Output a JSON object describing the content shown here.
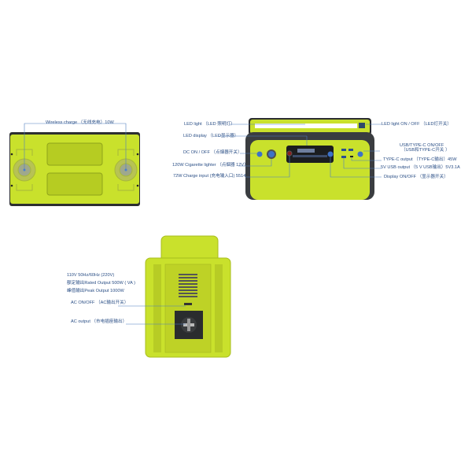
{
  "colors": {
    "body": "#c9e12c",
    "frame": "#3a3d40",
    "line": "#4f7fc0",
    "text": "#2b4f86"
  },
  "top_view": {
    "wireless_charge": "Wireless charge （无线充电）10W"
  },
  "front_view": {
    "left_labels": [
      "LED light （LED 照明灯）",
      "LED display （LED显示器）",
      "DC  ON / OFF （点烟器开关）",
      "120W Cigarette lighter （点烟器 12V）",
      "72W Charge input (充电输入口) 5514"
    ],
    "right_labels": [
      "LED light ON / OFF （LED灯开关）",
      "USB/TYPE-C  ON/OFF",
      "（USB和TYPE-C开关 ）",
      "TYPE-C output （TYPE-C输出）45W",
      "5V  USB output （5 V  USB输出）5V3.1A",
      "Display ON/OFF （显示器开关）"
    ]
  },
  "side_view": {
    "specs": [
      "110V 50Hz/60Hz  (220V)",
      "额定输出Rated Output 500W ( VA )",
      "峰值输出Peak Output 1000W"
    ],
    "ac_onoff": "AC  ON/OFF （AC输出开关）",
    "ac_output": "AC output （市电插座输出）"
  }
}
